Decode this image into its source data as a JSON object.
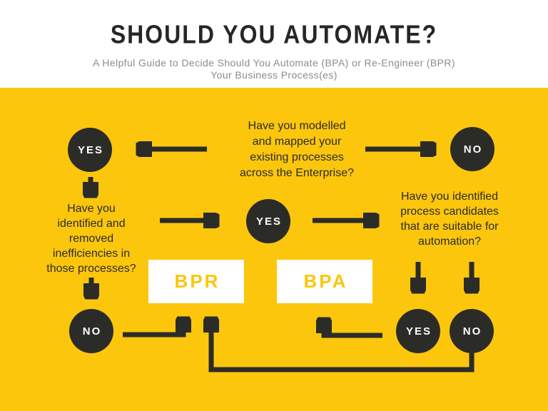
{
  "header": {
    "title": "SHOULD YOU AUTOMATE?",
    "subtitle_lines": [
      "A Helpful Guide to Decide Should You Automate (BPA) or Re-Engineer (BPR)",
      "Your Business Process(es)"
    ]
  },
  "colors": {
    "background_yellow": "#fcc60d",
    "node_dark": "#2b2b28",
    "result_box_white": "#ffffff",
    "result_text_yellow": "#fcc60d",
    "title_dark": "#262626",
    "subtitle_gray": "#8c8c8c",
    "node_label_white": "#ffffff"
  },
  "flowchart": {
    "questions": {
      "modelled": {
        "lines": [
          "Have you modelled",
          "and mapped your",
          "existing processes",
          "across the Enterprise?"
        ]
      },
      "inefficiencies": {
        "lines": [
          "Have you",
          "identified and",
          "removed",
          "inefficiencies in",
          "those processes?"
        ]
      },
      "candidates": {
        "lines": [
          "Have you identified",
          "process candidates",
          "that are suitable for",
          "automation?"
        ]
      }
    },
    "nodes": {
      "yes_top_left": "YES",
      "no_top_right": "NO",
      "yes_center": "YES",
      "no_bottom_left": "NO",
      "yes_bottom_right": "YES",
      "no_bottom_right": "NO"
    },
    "results": {
      "bpr": "BPR",
      "bpa": "BPA"
    }
  }
}
